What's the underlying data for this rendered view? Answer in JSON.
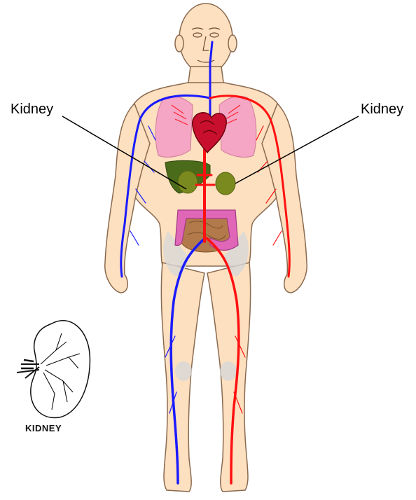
{
  "diagram": {
    "callouts": [
      {
        "label": "Kidney",
        "side": "left"
      },
      {
        "label": "Kidney",
        "side": "right"
      }
    ],
    "inset": {
      "caption": "KIDNEY"
    },
    "colors": {
      "skin": "#fde0bf",
      "skin_outline": "#8a6a50",
      "artery": "#ff1010",
      "vein": "#1a1aff",
      "lungs": "#f4a6c4",
      "heart": "#c8102e",
      "liver": "#4a6b1a",
      "kidney": "#7a8a1f",
      "large_intestine": "#e066b8",
      "small_intestine": "#b27a4a",
      "bone": "#d8d8d8"
    }
  }
}
